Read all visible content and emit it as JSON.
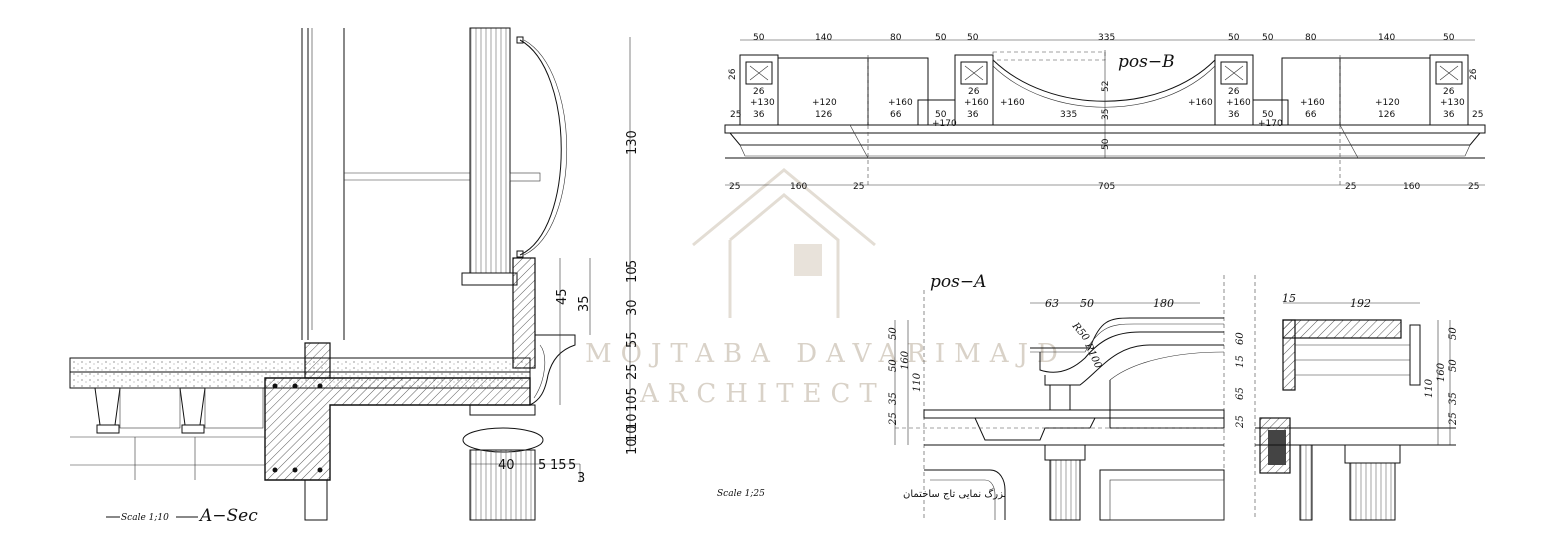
{
  "section_a": {
    "title": "A−Sec",
    "scale": "Scale 1;10",
    "vertical_dims": [
      "130",
      "5",
      "10",
      "30",
      "55",
      "25",
      "105",
      "10",
      "10",
      "10"
    ],
    "dims_45_35": [
      "45",
      "35"
    ],
    "bottom_dims": [
      "40",
      "5",
      "15",
      "5",
      "3"
    ]
  },
  "pos_b": {
    "title": "pos−B",
    "top_dims": [
      "50",
      "140",
      "80",
      "50",
      "50",
      "335",
      "50",
      "50",
      "80",
      "140",
      "50"
    ],
    "row_130_left": "+130",
    "row_120_left": "+120",
    "row_160_a": "+160",
    "row_160_b": "+160",
    "row_160_c": "+160",
    "row_160_d": "+160",
    "row_160_e": "+160",
    "row_160_f": "+160",
    "row_120_right": "+120",
    "row_130_right": "+130",
    "row_170_left": "+170",
    "row_170_right": "+170",
    "row_mid": [
      "25",
      "36",
      "126",
      "66",
      "50",
      "36",
      "335",
      "36",
      "50",
      "66",
      "126",
      "36",
      "25"
    ],
    "small_26": "26",
    "rail_dims": [
      "52",
      "35",
      "50"
    ],
    "bottom_dims": [
      "25",
      "160",
      "25",
      "705",
      "25",
      "160",
      "25"
    ]
  },
  "pos_a": {
    "title": "pos−A",
    "top_dims": [
      "63",
      "50",
      "180"
    ],
    "radius": "R50",
    "radius2": "R100",
    "left_dims": [
      "50",
      "50",
      "160",
      "110",
      "25",
      "35"
    ],
    "mid_dims": [
      "60",
      "15",
      "65",
      "25"
    ],
    "right_top_dims": [
      "15",
      "192"
    ],
    "right_dims": [
      "50",
      "50",
      "160",
      "110",
      "25",
      "35"
    ]
  },
  "caption": {
    "scale": "Scale 1;25",
    "persian": "بزرگ نمایی تاج ساختمان"
  },
  "watermark": {
    "line1": "MOJTABA DAVARIMAJD",
    "line2": "ARCHITECT"
  }
}
